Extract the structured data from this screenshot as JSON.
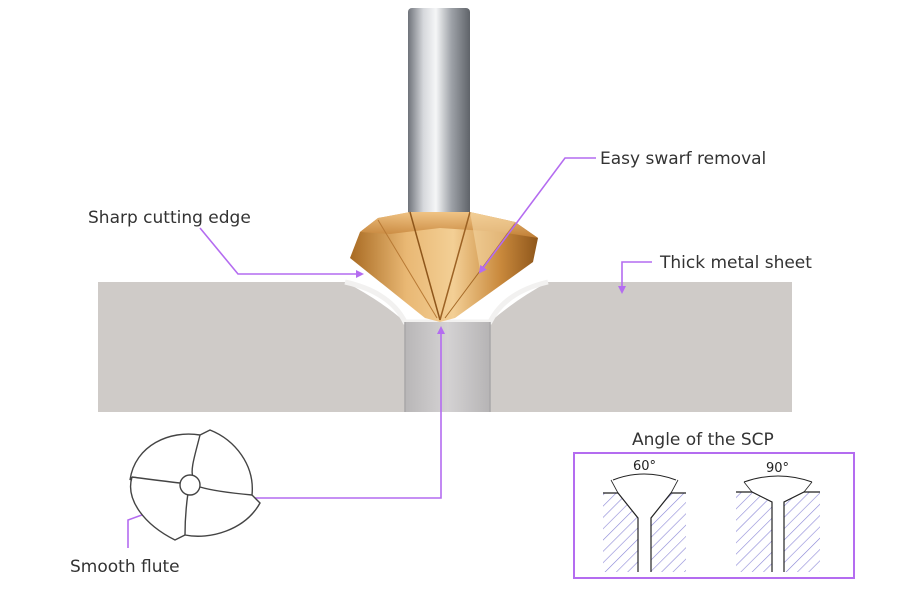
{
  "labels": {
    "easy_swarf_removal": "Easy swarf removal",
    "sharp_cutting_edge": "Sharp cutting edge",
    "thick_metal_sheet": "Thick metal sheet",
    "smooth_flute": "Smooth flute",
    "angle_title": "Angle of the SCP",
    "angle_60": "60°",
    "angle_90": "90°"
  },
  "colors": {
    "callout": "#b46cf0",
    "sheet": "#cfcbc8",
    "bore": "#c4c2c4",
    "gold": "#d9a25a",
    "shank": "#b9bcc2"
  }
}
